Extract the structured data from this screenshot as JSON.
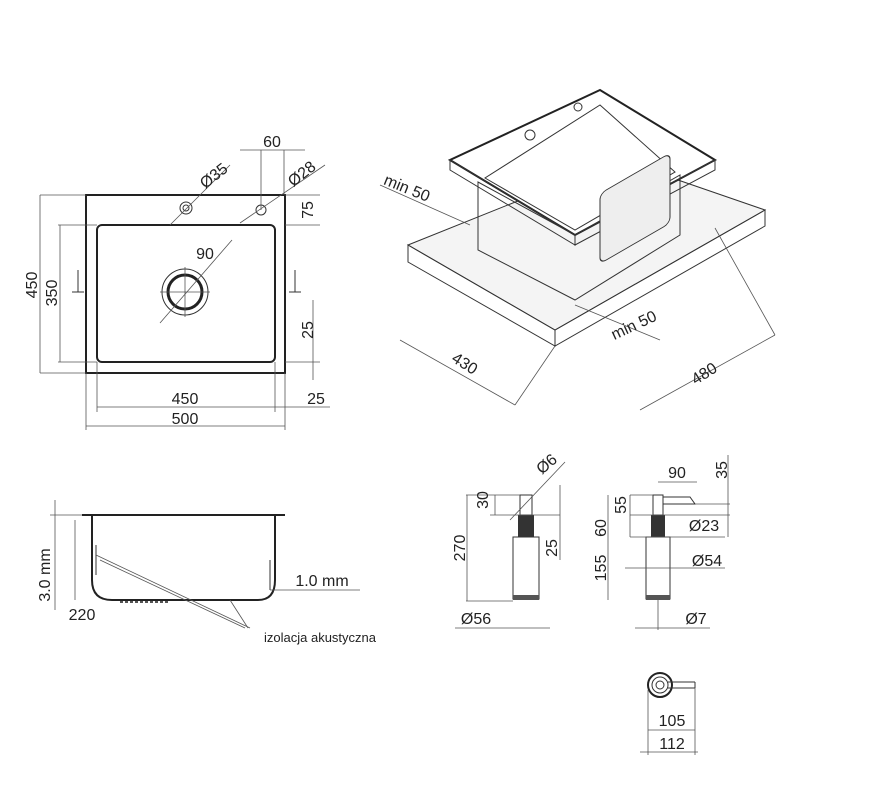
{
  "top_view": {
    "d_width_outer": "500",
    "d_width_inner": "450",
    "d_height_outer": "450",
    "d_height_inner": "350",
    "d_drain": "90",
    "d_hole1": "Ø35",
    "d_hole2": "Ø28",
    "d_hole_spacing": "60",
    "d_hole_offset": "75",
    "d_margin_side": "25",
    "d_margin_bottom": "25"
  },
  "iso_view": {
    "d_min_left": "min 50",
    "d_min_right": "min 50",
    "d_depth": "430",
    "d_width": "480"
  },
  "side_view": {
    "d_thickness": "3.0 mm",
    "d_depth": "220",
    "d_wall": "1.0 mm",
    "note": "izolacja akustyczna"
  },
  "dispenser_a": {
    "d_diam_button": "Ø6",
    "d_head": "30",
    "d_total": "270",
    "d_neck": "25",
    "d_bottle": "Ø56"
  },
  "dispenser_b": {
    "d_spout": "90",
    "d_spout_h": "35",
    "d_head": "55",
    "d_neck_dia": "Ø23",
    "d_neck": "60",
    "d_bottle_h": "155",
    "d_bottle": "Ø54",
    "d_tube": "Ø7"
  },
  "top_knob": {
    "d_inner": "105",
    "d_outer": "112"
  }
}
